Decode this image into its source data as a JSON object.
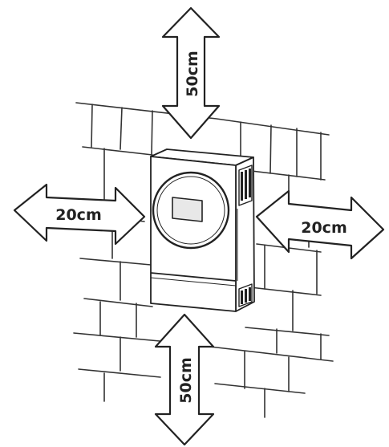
{
  "clearances": {
    "top": "50cm",
    "left": "20cm",
    "right": "20cm",
    "bottom": "50cm"
  },
  "colors": {
    "stroke": "#222222",
    "arrow_fill": "#ffffff",
    "wall_line": "#333333",
    "screen_fill": "#e8e8e8"
  },
  "icons": {
    "device": "inverter-icon",
    "wall": "brick-wall-icon",
    "arrow": "double-arrow-icon"
  }
}
